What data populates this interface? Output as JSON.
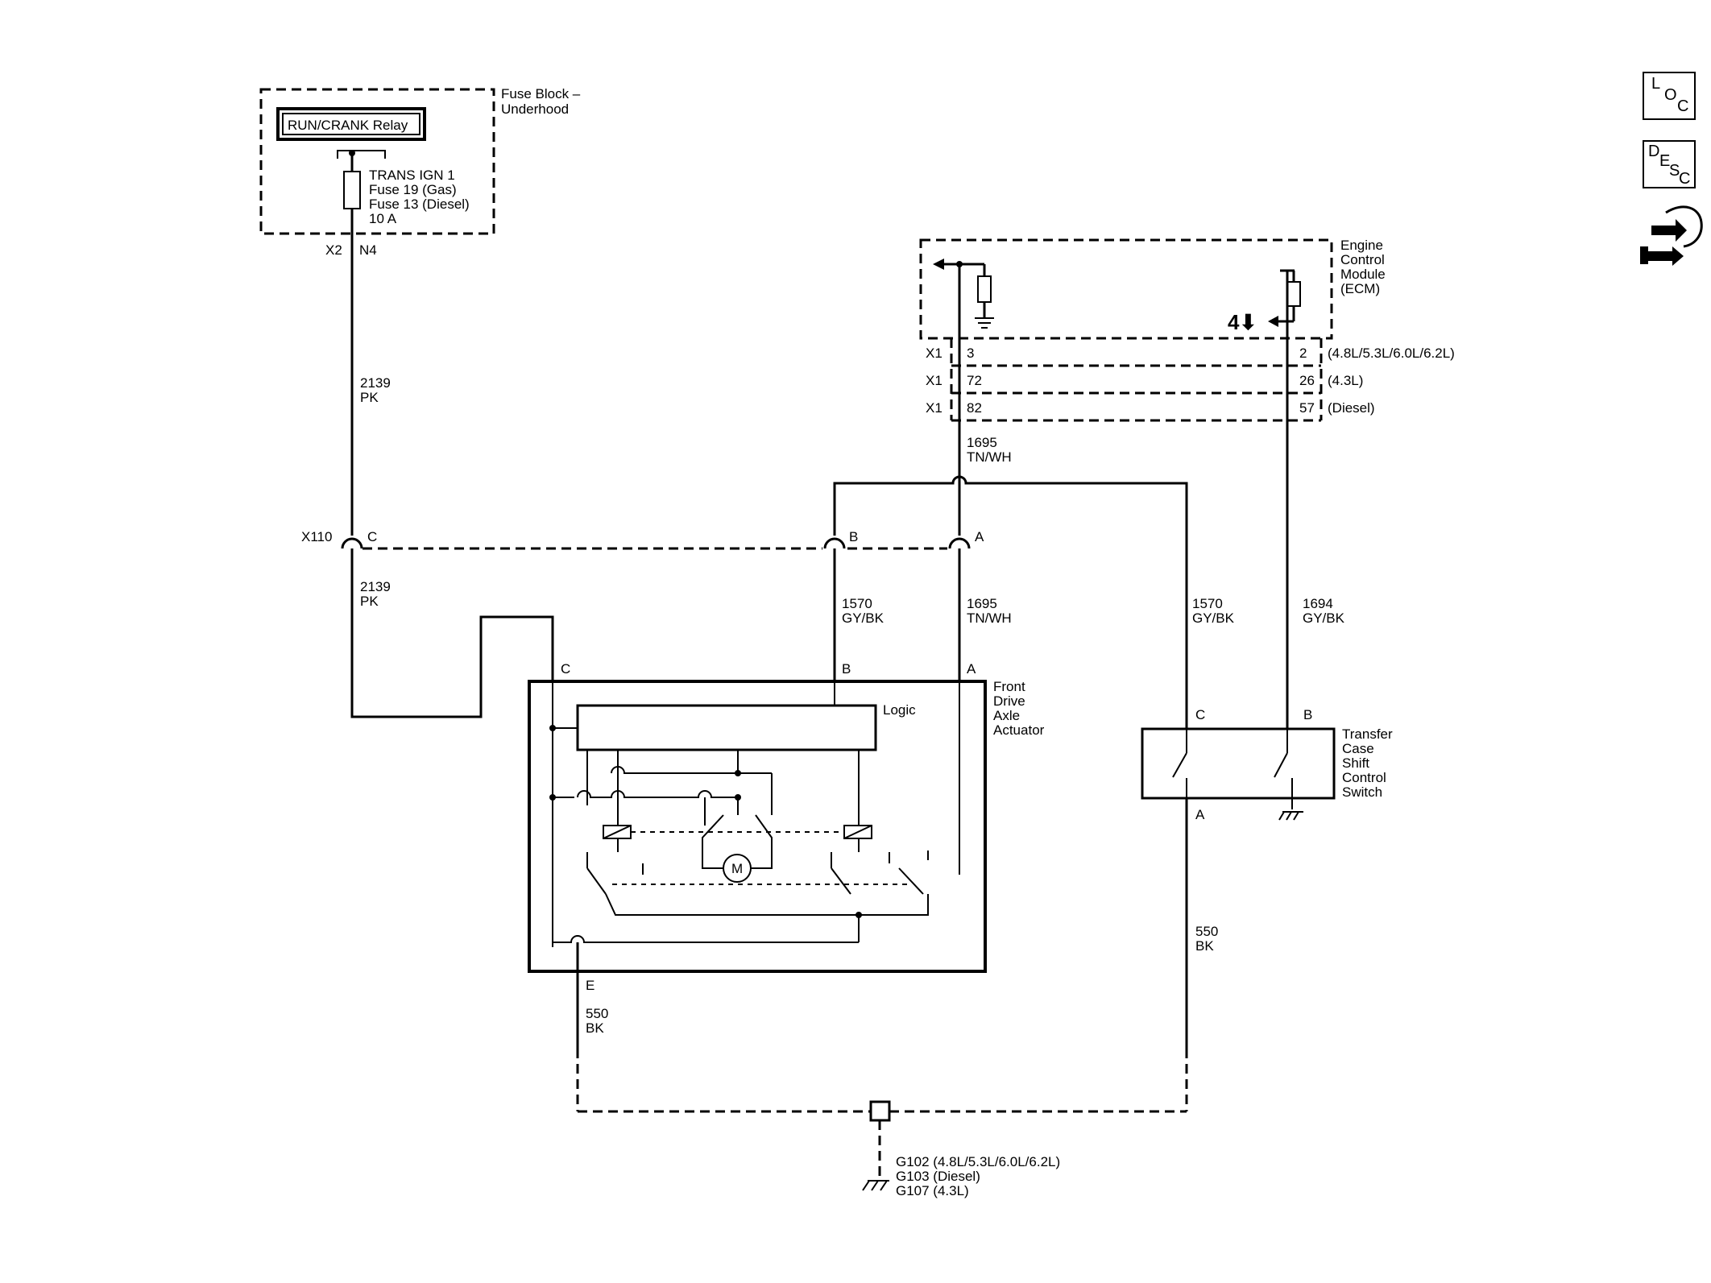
{
  "fuse_block": {
    "title_line1": "Fuse Block –",
    "title_line2": "Underhood",
    "relay": "RUN/CRANK Relay",
    "fuse_line1": "TRANS IGN 1",
    "fuse_line2": "Fuse 19 (Gas)",
    "fuse_line3": "Fuse 13 (Diesel)",
    "fuse_line4": "10 A",
    "conn": "X2",
    "pin": "N4"
  },
  "ecm": {
    "line1": "Engine",
    "line2": "Control",
    "line3": "Module",
    "line4": "(ECM)",
    "ref_mark": "4⬇",
    "connector_rows": [
      {
        "conn": "X1",
        "left_pin": "3",
        "right_pin": "2",
        "variant": "(4.8L/5.3L/6.0L/6.2L)"
      },
      {
        "conn": "X1",
        "left_pin": "72",
        "right_pin": "26",
        "variant": "(4.3L)"
      },
      {
        "conn": "X1",
        "left_pin": "82",
        "right_pin": "57",
        "variant": "(Diesel)"
      }
    ]
  },
  "x110": {
    "name": "X110",
    "pin_c": "C",
    "pin_b": "B",
    "pin_a": "A"
  },
  "wires": {
    "w2139_top_num": "2139",
    "w2139_top_color": "PK",
    "w2139_bot_num": "2139",
    "w2139_bot_color": "PK",
    "w1695_top_num": "1695",
    "w1695_top_color": "TN/WH",
    "w1570_left_num": "1570",
    "w1570_left_color": "GY/BK",
    "w1695_bot_num": "1695",
    "w1695_bot_color": "TN/WH",
    "w1570_right_num": "1570",
    "w1570_right_color": "GY/BK",
    "w1694_num": "1694",
    "w1694_color": "GY/BK",
    "w550_right_num": "550",
    "w550_right_color": "BK",
    "w550_left_num": "550",
    "w550_left_color": "BK"
  },
  "actuator": {
    "line1": "Front",
    "line2": "Drive",
    "line3": "Axle",
    "line4": "Actuator",
    "logic": "Logic",
    "motor": "M",
    "pin_c": "C",
    "pin_b": "B",
    "pin_a": "A",
    "pin_e": "E"
  },
  "transfer_switch": {
    "line1": "Transfer",
    "line2": "Case",
    "line3": "Shift",
    "line4": "Control",
    "line5": "Switch",
    "pin_c": "C",
    "pin_b": "B",
    "pin_a": "A"
  },
  "grounds": {
    "line1": "G102 (4.8L/5.3L/6.0L/6.2L)",
    "line2": "G103 (Diesel)",
    "line3": "G107 (4.3L)"
  },
  "side_icons": [
    {
      "name": "loc-icon",
      "letters": [
        "L",
        "O",
        "C"
      ]
    },
    {
      "name": "desc-icon",
      "letters": [
        "D",
        "E",
        "S",
        "C"
      ]
    },
    {
      "name": "connector-repair-icon"
    }
  ]
}
